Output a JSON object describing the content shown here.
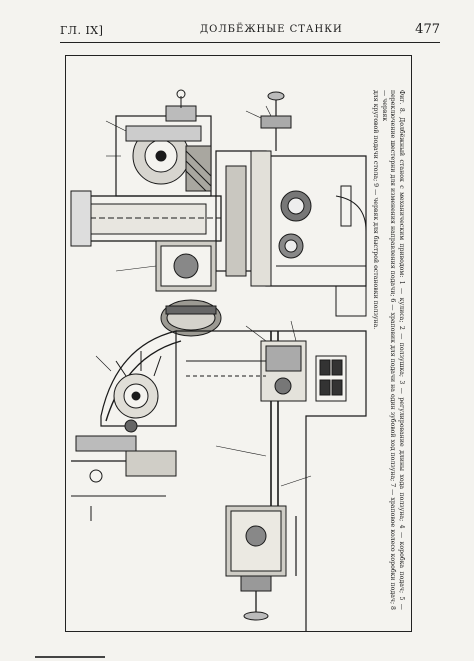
{
  "header": {
    "chapter": "ГЛ. IX]",
    "title": "ДОЛБЁЖНЫЕ СТАНКИ",
    "page_number": "477"
  },
  "figure": {
    "caption_line1": "Фиг. 8. Долбёжный станок с механическим приводом: 1 — кулиса; 2 — ползушка; 3 — регулирование длины хода ползуна; 4 — коробка подач; 5 — переключение шестерни для изменения направления подачи; 6 — храповик для подачи на один зубовой ход ползуна; 7 — храповое колесо коробки подач; 8 — червяк",
    "caption_line2": "для круговой подачи стола; 9 — червяк для быстрой остановки ползуна."
  },
  "colors": {
    "ink": "#1a1a1a",
    "paper": "#f4f3ef"
  }
}
